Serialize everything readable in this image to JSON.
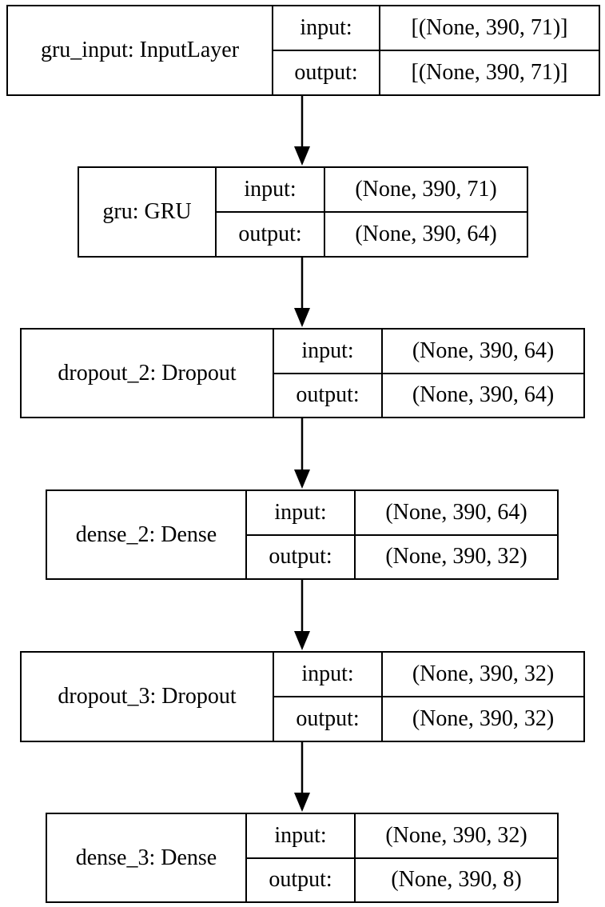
{
  "layers": [
    {
      "name": "gru_input: InputLayer",
      "input_label": "input:",
      "input_shape": "[(None, 390, 71)]",
      "output_label": "output:",
      "output_shape": "[(None, 390, 71)]"
    },
    {
      "name": "gru: GRU",
      "input_label": "input:",
      "input_shape": "(None, 390, 71)",
      "output_label": "output:",
      "output_shape": "(None, 390, 64)"
    },
    {
      "name": "dropout_2: Dropout",
      "input_label": "input:",
      "input_shape": "(None, 390, 64)",
      "output_label": "output:",
      "output_shape": "(None, 390, 64)"
    },
    {
      "name": "dense_2: Dense",
      "input_label": "input:",
      "input_shape": "(None, 390, 64)",
      "output_label": "output:",
      "output_shape": "(None, 390, 32)"
    },
    {
      "name": "dropout_3: Dropout",
      "input_label": "input:",
      "input_shape": "(None, 390, 32)",
      "output_label": "output:",
      "output_shape": "(None, 390, 32)"
    },
    {
      "name": "dense_3: Dense",
      "input_label": "input:",
      "input_shape": "(None, 390, 32)",
      "output_label": "output:",
      "output_shape": "(None, 390, 8)"
    }
  ],
  "edges": [
    {
      "from": 0,
      "to": 1
    },
    {
      "from": 1,
      "to": 2
    },
    {
      "from": 2,
      "to": 3
    },
    {
      "from": 3,
      "to": 4
    },
    {
      "from": 4,
      "to": 5
    }
  ],
  "colors": {
    "line": "#000000",
    "background": "#ffffff"
  }
}
